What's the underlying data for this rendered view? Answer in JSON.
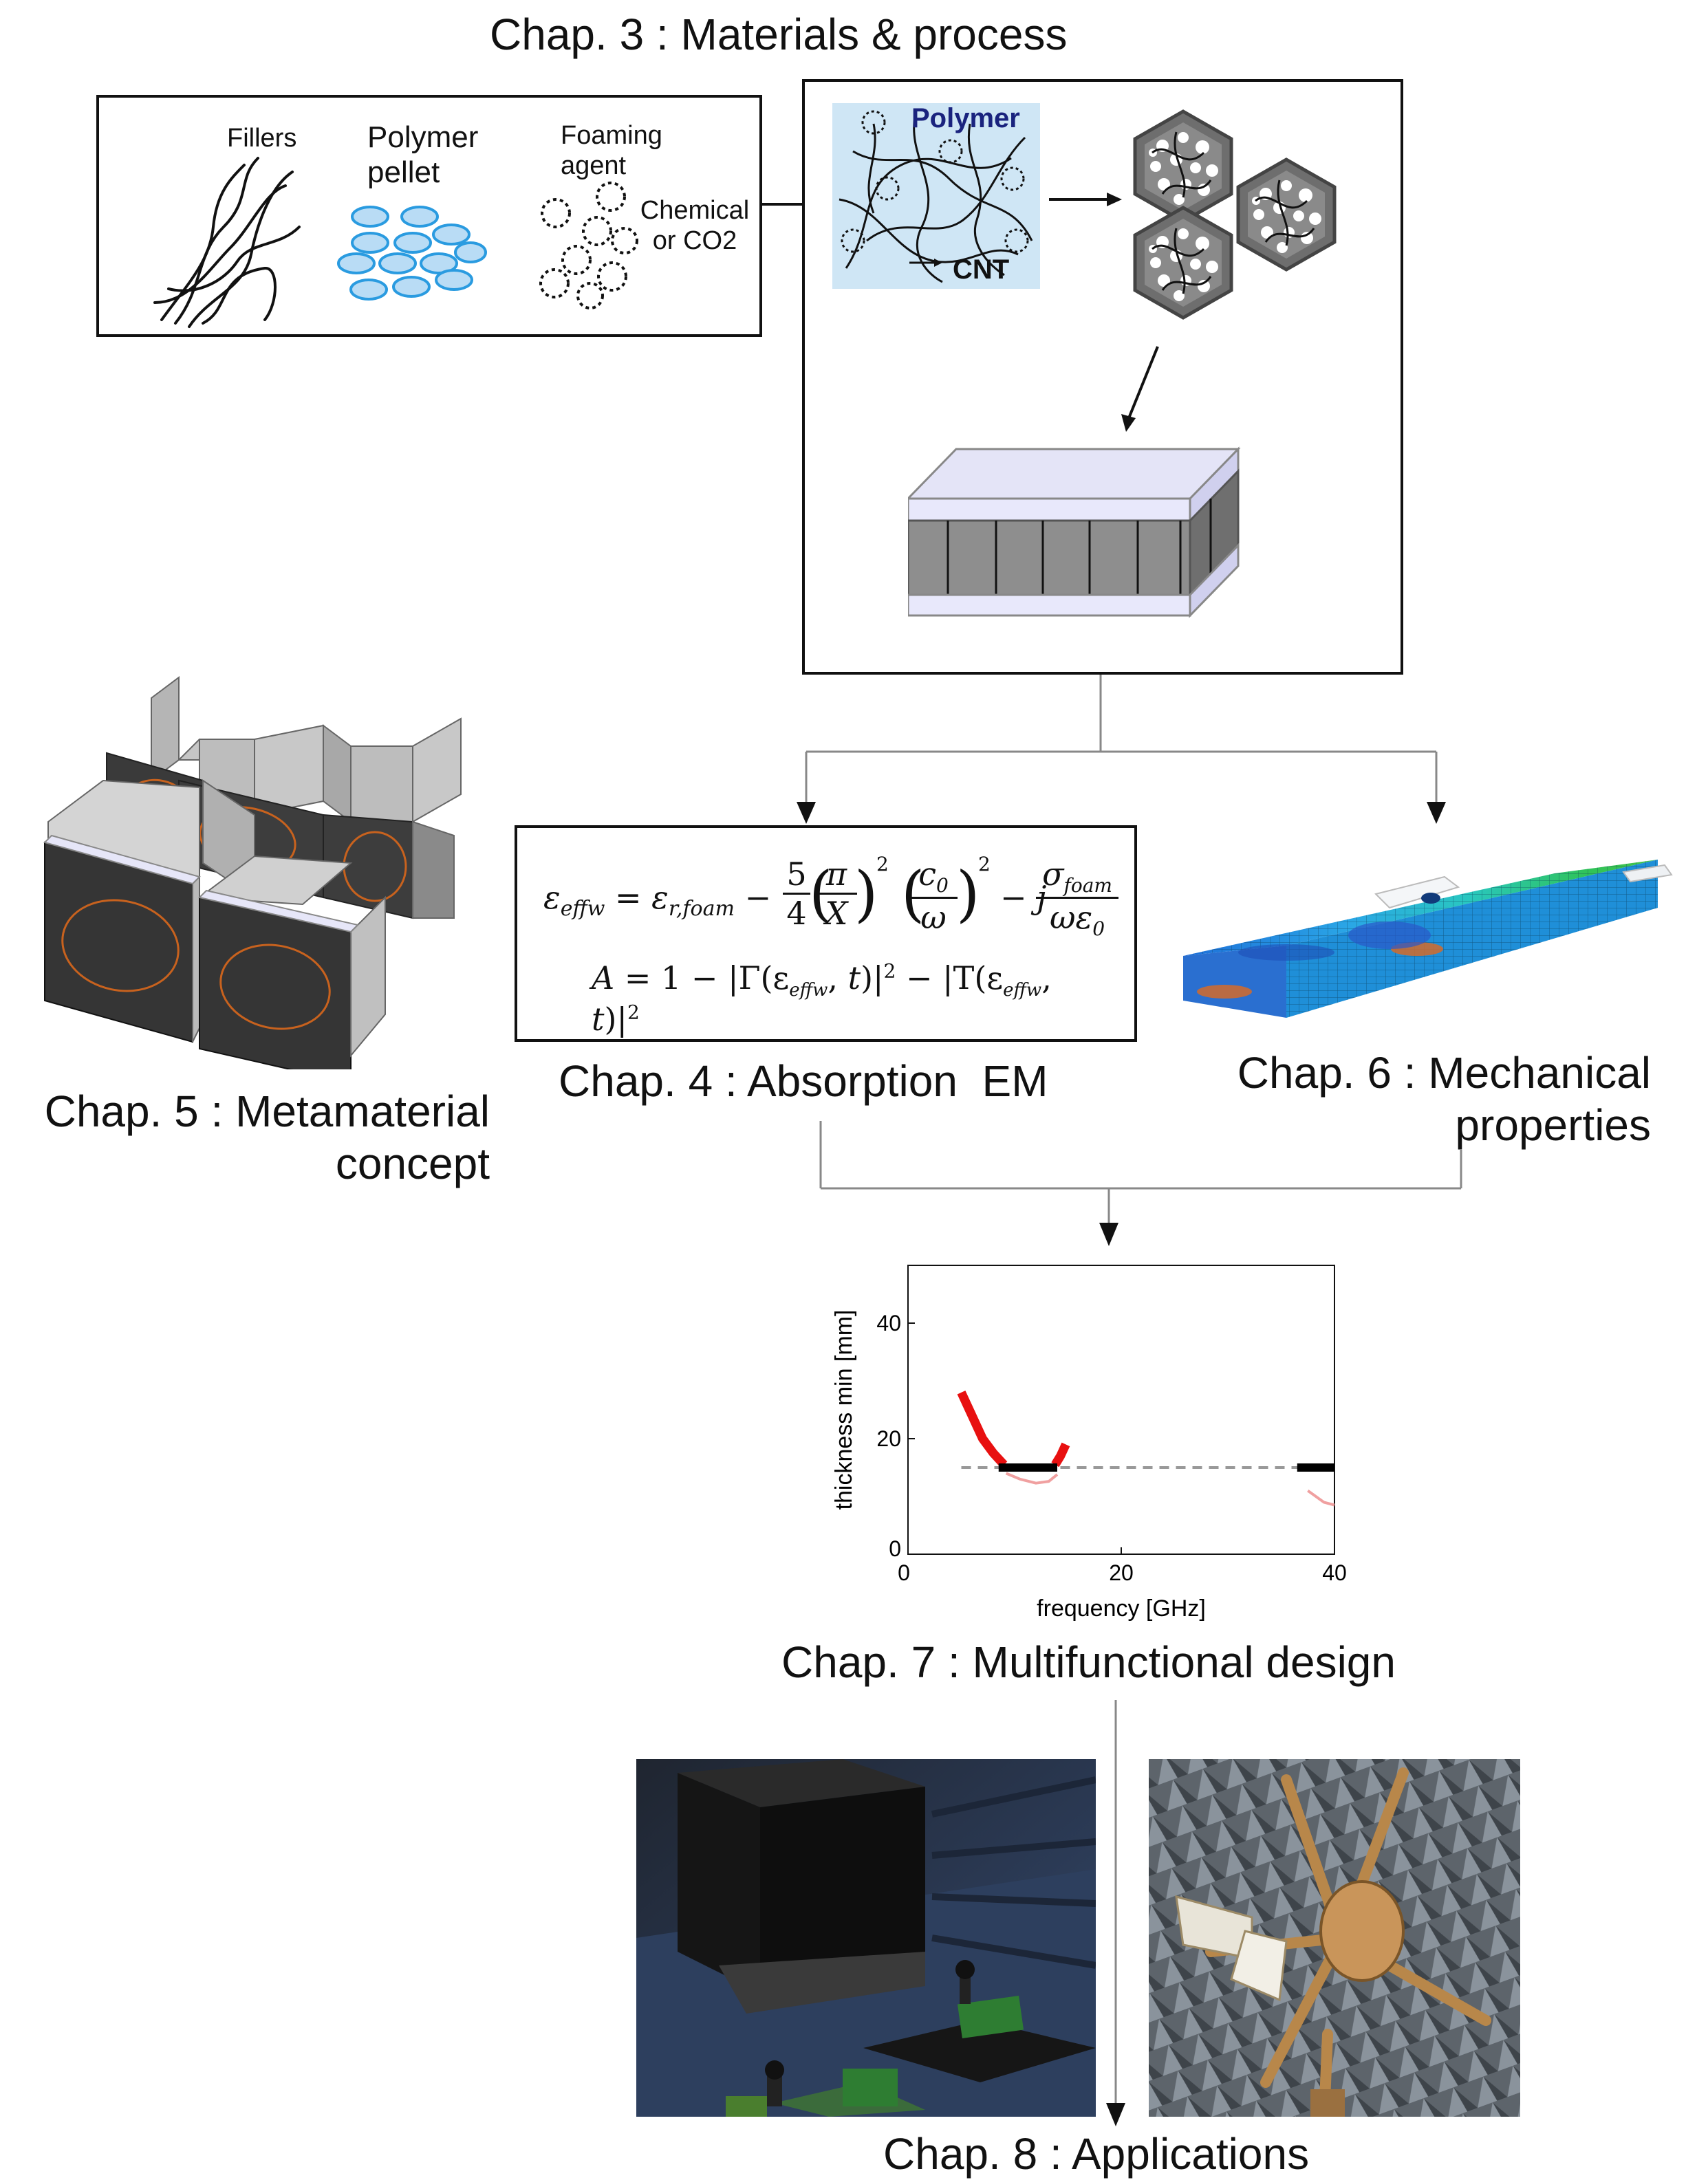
{
  "chap3": {
    "title": "Chap. 3 : Materials & process",
    "fillers": "Fillers",
    "polymer_pellet": "Polymer pellet",
    "foaming_agent": "Foaming agent",
    "chemical_or_co2": "Chemical or CO2",
    "polymer": "Polymer",
    "cnt": "CNT"
  },
  "chap4": {
    "title": "Chap. 4 : Absorption  EM",
    "equation1": "ε_effw = ε_r,foam − (5/4)(π/X)²(c₀/ω)² − j σ_foam/(ωε₀)",
    "equation2": "A = 1 − |Γ(ε_effw, t)|² − |T(ε_effw, t)|²"
  },
  "chap5": {
    "title": "Chap. 5 : Metamaterial concept"
  },
  "chap6": {
    "title": "Chap. 6 : Mechanical properties"
  },
  "chap7": {
    "title": "Chap. 7 : Multifunctional design"
  },
  "chap8": {
    "title": "Chap. 8 : Applications"
  },
  "colors": {
    "red_curve": "#e81010",
    "pink_curve": "#f0a0a0",
    "dashed_line": "#999999",
    "polymer_bg": "#cfe6f5",
    "pellet_fill": "#b9dcf5",
    "pellet_stroke": "#2a9be0",
    "polymer_text": "#1a237e"
  },
  "chart_data": {
    "type": "line",
    "xlabel": "frequency [GHz]",
    "ylabel": "thickness min [mm]",
    "xlim": [
      0,
      40
    ],
    "ylim": [
      0,
      50
    ],
    "xticks": [
      0,
      20,
      40
    ],
    "yticks": [
      0,
      20,
      40
    ],
    "grid": false,
    "series": [
      {
        "style": "red thick",
        "points": [
          [
            5,
            28
          ],
          [
            6,
            24
          ],
          [
            7,
            20
          ],
          [
            8,
            17.5
          ],
          [
            9,
            15.5
          ]
        ]
      },
      {
        "style": "red thick",
        "points": [
          [
            13.8,
            15.5
          ],
          [
            14.3,
            17
          ],
          [
            14.8,
            19
          ]
        ]
      },
      {
        "style": "black thick",
        "points": [
          [
            8.5,
            15
          ],
          [
            14,
            15
          ]
        ]
      },
      {
        "style": "black thick",
        "points": [
          [
            36.5,
            15
          ],
          [
            40,
            15
          ]
        ]
      },
      {
        "style": "gray dashed",
        "points": [
          [
            5,
            15
          ],
          [
            40,
            15
          ]
        ]
      },
      {
        "style": "pink thin",
        "points": [
          [
            9.2,
            14
          ],
          [
            10.5,
            13
          ],
          [
            12,
            12.3
          ],
          [
            13.2,
            12.6
          ],
          [
            14,
            13.8
          ]
        ]
      },
      {
        "style": "pink thin",
        "points": [
          [
            37.5,
            11
          ],
          [
            39,
            9
          ],
          [
            40,
            8.5
          ]
        ]
      }
    ]
  }
}
